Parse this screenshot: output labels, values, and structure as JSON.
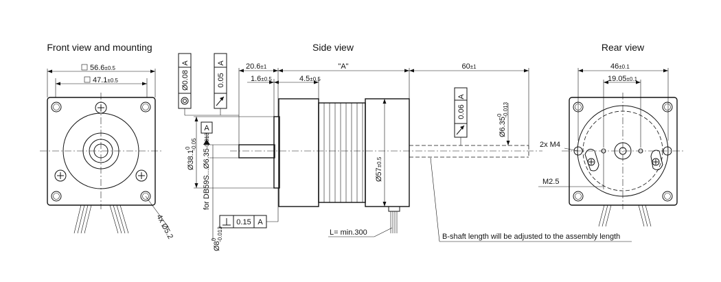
{
  "titles": {
    "front": "Front view and mounting",
    "side": "Side view",
    "rear": "Rear view"
  },
  "front": {
    "square_outer": "56.6",
    "square_outer_tol": "±0.5",
    "square_inner": "47.1",
    "square_inner_tol": "±0.5",
    "holes": "4x Ø5.2"
  },
  "side": {
    "dim_shoulder": "20.6",
    "dim_shoulder_tol": "±1",
    "dim_flange": "1.6",
    "dim_flange_tol": "±0.5",
    "dim_pilot": "4.5",
    "dim_pilot_tol": "±0.5",
    "dim_body": "\"A\"",
    "dim_bshaft": "60",
    "dim_bshaft_tol": "±1",
    "fcf_coax_value": "Ø0.08",
    "fcf_coax_datum": "A",
    "fcf_runout_value": "0.05",
    "fcf_runout_datum": "A",
    "fcf_runout2_value": "0.06",
    "fcf_runout2_datum": "A",
    "fcf_perp_value": "0.15",
    "fcf_perp_datum": "A",
    "datum_label": "A",
    "dia_pilot": "Ø38.1",
    "dia_pilot_tol_up": "0",
    "dia_pilot_tol_lo": "-0.05",
    "dia_shaft_db59s": "for DB59S...Ø6.35",
    "dia_shaft_db59s_tol": "-0.013",
    "dia_shaft": "Ø8",
    "dia_shaft_tol_up": "0",
    "dia_shaft_tol_lo": "-0.013",
    "dia_body": "Ø57",
    "dia_body_tol": "±0.5",
    "dia_bshaft": "Ø6.35",
    "dia_bshaft_tol_up": "0",
    "dia_bshaft_tol_lo": "-0.013",
    "lead_length": "L= min.300",
    "note_bshaft": "B-shaft length will be adjusted to the assembly length"
  },
  "rear": {
    "dim_width": "46",
    "dim_width_tol": "±0.1",
    "dim_pitch": "19.05",
    "dim_pitch_tol": "±0.1",
    "thread": "2x M4",
    "thread_small": "M2.5"
  }
}
